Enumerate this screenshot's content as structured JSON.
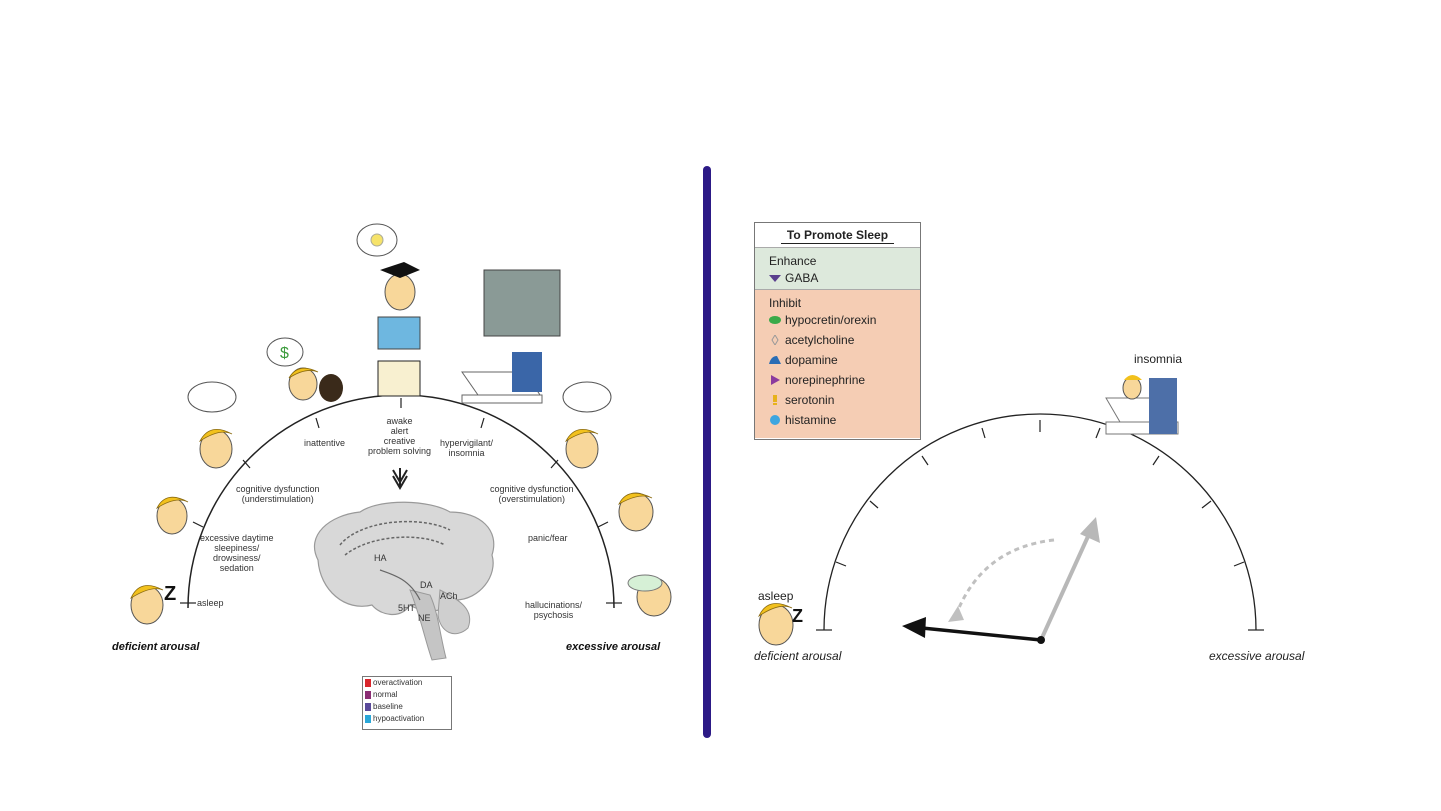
{
  "left": {
    "axis_left": "deficient arousal",
    "axis_right": "excessive arousal",
    "labels": {
      "asleep": "asleep",
      "excessive_daytime": "excessive daytime\nsleepiness/\ndrowsiness/\nsedation",
      "cognitive_under": "cognitive dysfunction\n(understimulation)",
      "inattentive": "inattentive",
      "awake": "awake\nalert\ncreative\nproblem solving",
      "hypervigilant": "hypervigilant/\ninsomnia",
      "cognitive_over": "cognitive dysfunction\n(overstimulation)",
      "panic": "panic/fear",
      "hallucinations": "hallucinations/\npsychosis"
    },
    "brain_labels": [
      "HA",
      "DA",
      "NE",
      "5HT",
      "ACh"
    ],
    "legend": [
      "overactivation",
      "normal",
      "baseline",
      "hypoactivation"
    ],
    "legend_colors": [
      "#d9262c",
      "#8b2d74",
      "#5a4a9a",
      "#2aa7d8"
    ]
  },
  "right": {
    "legend_title": "To Promote Sleep",
    "enhance_label": "Enhance",
    "enhance_items": [
      {
        "label": "GABA",
        "icon": "gaba-triangle-icon",
        "color": "#5a3f8e"
      }
    ],
    "inhibit_label": "Inhibit",
    "inhibit_items": [
      {
        "label": "hypocretin/orexin",
        "icon": "orexin-oval-icon",
        "color": "#3aaa4a"
      },
      {
        "label": "acetylcholine",
        "icon": "acetylcholine-diamond-icon",
        "color": "#999999"
      },
      {
        "label": "dopamine",
        "icon": "dopamine-shape-icon",
        "color": "#2a6db5"
      },
      {
        "label": "norepinephrine",
        "icon": "norepinephrine-triangle-icon",
        "color": "#8b3a9e"
      },
      {
        "label": "serotonin",
        "icon": "serotonin-exclaim-icon",
        "color": "#e7b21c"
      },
      {
        "label": "histamine",
        "icon": "histamine-circle-icon",
        "color": "#3ea6e0"
      }
    ],
    "insomnia": "insomnia",
    "asleep": "asleep",
    "axis_left": "deficient arousal",
    "axis_right": "excessive arousal"
  }
}
